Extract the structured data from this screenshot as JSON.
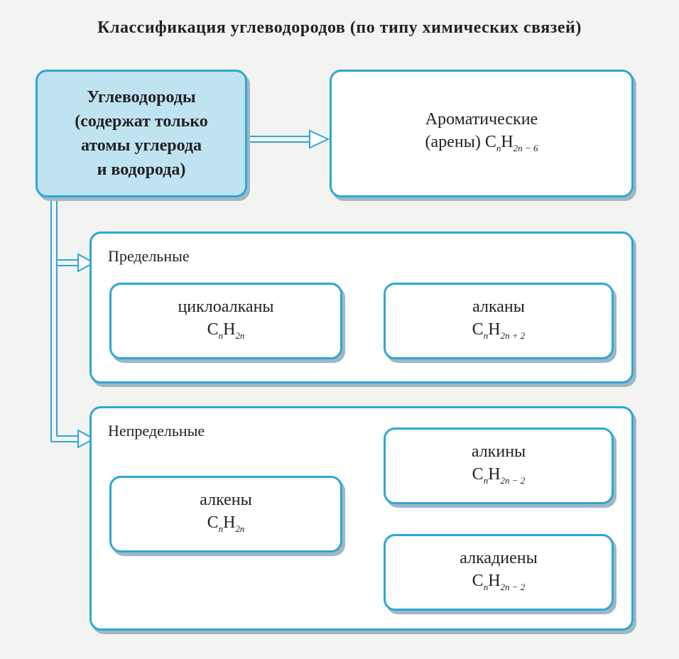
{
  "title": "Классификация углеводородов (по типу химических связей)",
  "root": {
    "lines": [
      "Углеводороды",
      "(содержат только",
      "атомы углерода",
      "и водорода)"
    ]
  },
  "aromatic": {
    "line1": "Ароматические",
    "line2": "(арены)",
    "formula": {
      "c": "C",
      "c_sub": "n",
      "h": "H",
      "h_sub": "2n − 6"
    }
  },
  "saturated": {
    "label": "Предельные",
    "items": [
      {
        "name": "циклоалканы",
        "formula": {
          "c": "C",
          "c_sub": "n",
          "h": "H",
          "h_sub": "2n"
        }
      },
      {
        "name": "алканы",
        "formula": {
          "c": "C",
          "c_sub": "n",
          "h": "H",
          "h_sub": "2n + 2"
        }
      }
    ]
  },
  "unsaturated": {
    "label": "Непредельные",
    "items": [
      {
        "name": "алкены",
        "formula": {
          "c": "C",
          "c_sub": "n",
          "h": "H",
          "h_sub": "2n"
        }
      },
      {
        "name": "алкины",
        "formula": {
          "c": "C",
          "c_sub": "n",
          "h": "H",
          "h_sub": "2n − 2"
        }
      },
      {
        "name": "алкадиены",
        "formula": {
          "c": "C",
          "c_sub": "n",
          "h": "H",
          "h_sub": "2n − 2"
        }
      }
    ]
  },
  "colors": {
    "border": "#2da7d6",
    "root_fill": "#bfe3f1",
    "shadow": "#9fb8c2"
  }
}
